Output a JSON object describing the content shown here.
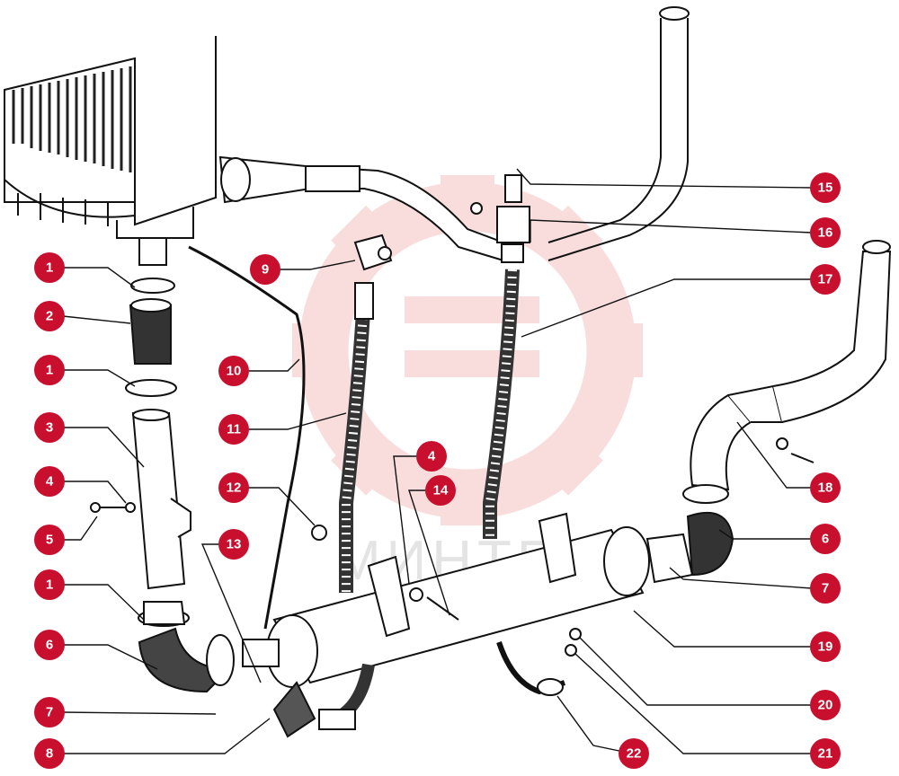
{
  "watermark": {
    "text": "МИНТЕХ"
  },
  "colors": {
    "callout": "#c8102e",
    "line": "#111111",
    "watermark_gear": "#f2b4b4"
  },
  "callouts": [
    {
      "id": "c1a",
      "label": "1"
    },
    {
      "id": "c2",
      "label": "2"
    },
    {
      "id": "c1b",
      "label": "1"
    },
    {
      "id": "c3",
      "label": "3"
    },
    {
      "id": "c4a",
      "label": "4"
    },
    {
      "id": "c5",
      "label": "5"
    },
    {
      "id": "c1c",
      "label": "1"
    },
    {
      "id": "c6a",
      "label": "6"
    },
    {
      "id": "c7a",
      "label": "7"
    },
    {
      "id": "c8",
      "label": "8"
    },
    {
      "id": "c9",
      "label": "9"
    },
    {
      "id": "c10",
      "label": "10"
    },
    {
      "id": "c11",
      "label": "11"
    },
    {
      "id": "c12",
      "label": "12"
    },
    {
      "id": "c13",
      "label": "13"
    },
    {
      "id": "c4b",
      "label": "4"
    },
    {
      "id": "c14",
      "label": "14"
    },
    {
      "id": "c15",
      "label": "15"
    },
    {
      "id": "c16",
      "label": "16"
    },
    {
      "id": "c17",
      "label": "17"
    },
    {
      "id": "c18",
      "label": "18"
    },
    {
      "id": "c6b",
      "label": "6"
    },
    {
      "id": "c7b",
      "label": "7"
    },
    {
      "id": "c19",
      "label": "19"
    },
    {
      "id": "c20",
      "label": "20"
    },
    {
      "id": "c21",
      "label": "21"
    },
    {
      "id": "c22",
      "label": "22"
    }
  ]
}
